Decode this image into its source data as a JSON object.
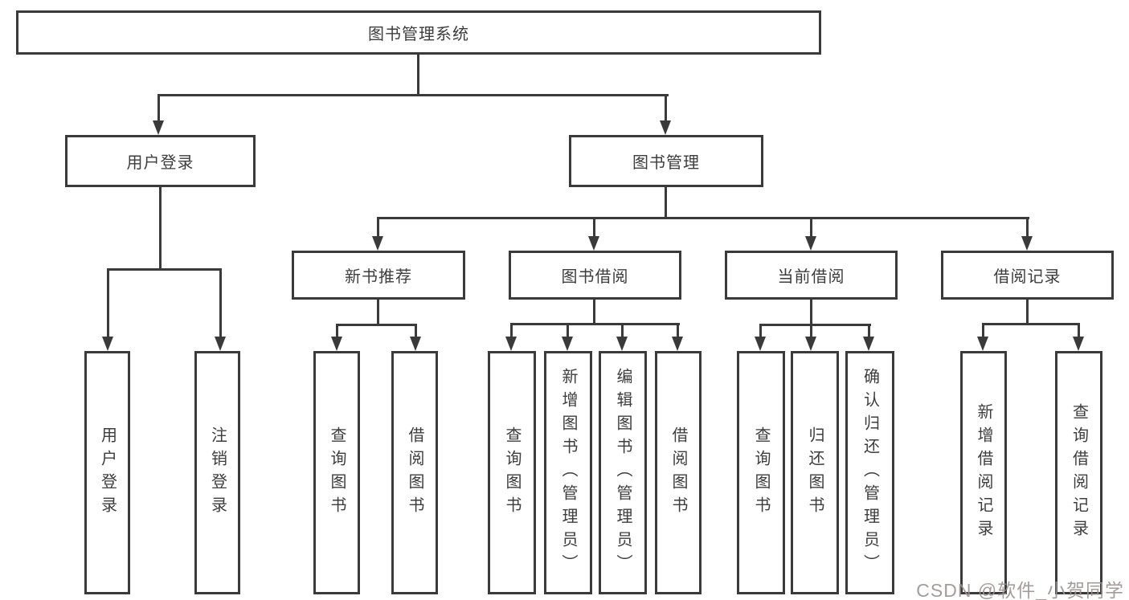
{
  "diagram_title": "图书管理系统",
  "root": {
    "label": "图书管理系统"
  },
  "level2": [
    {
      "label": "用户登录"
    },
    {
      "label": "图书管理"
    }
  ],
  "level3": [
    {
      "label": "新书推荐"
    },
    {
      "label": "图书借阅"
    },
    {
      "label": "当前借阅"
    },
    {
      "label": "借阅记录"
    }
  ],
  "leaves": {
    "user_login": [
      {
        "label": "用户登录"
      },
      {
        "label": "注销登录"
      }
    ],
    "new_book": [
      {
        "label": "查询图书"
      },
      {
        "label": "借阅图书"
      }
    ],
    "book_borrow": [
      {
        "label": "查询图书"
      },
      {
        "label": "新增图书（管理员）"
      },
      {
        "label": "编辑图书（管理员）"
      },
      {
        "label": "借阅图书"
      }
    ],
    "current_borrow": [
      {
        "label": "查询图书"
      },
      {
        "label": "归还图书"
      },
      {
        "label": "确认归还（管理员）"
      }
    ],
    "borrow_records": [
      {
        "label": "新增借阅记录"
      },
      {
        "label": "查询借阅记录"
      }
    ]
  },
  "watermark": {
    "text": "CSDN @软件_小贺同学"
  },
  "colors": {
    "line": "#3a3a3a",
    "text": "#3d3d3d",
    "background": "#ffffff",
    "watermark": "#9b9290"
  }
}
